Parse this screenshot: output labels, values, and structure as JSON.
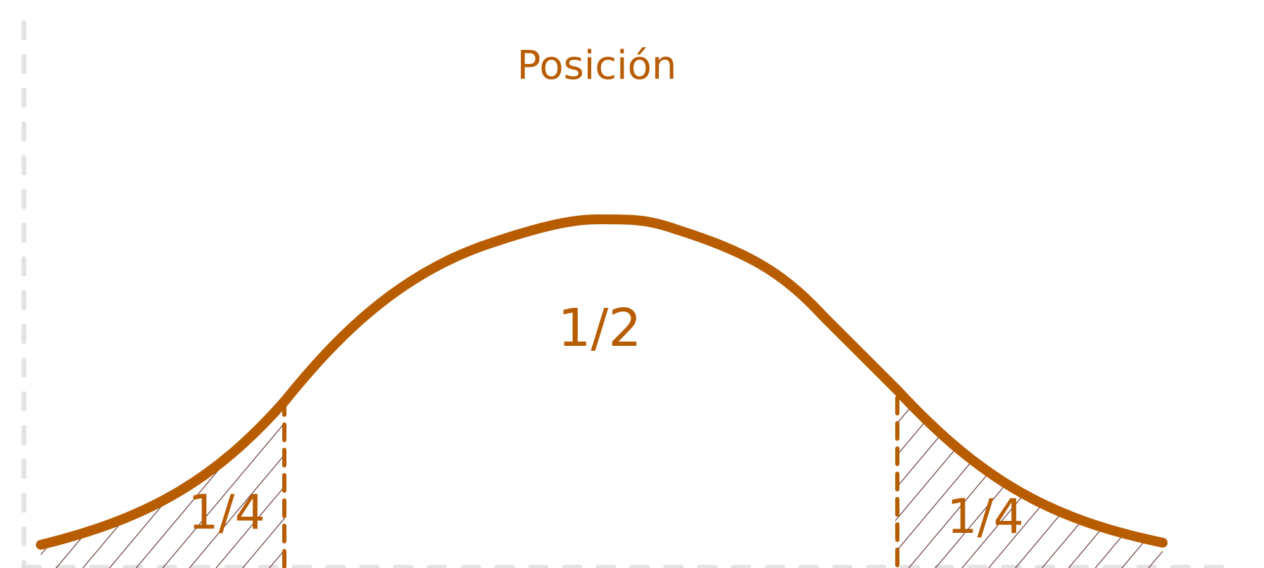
{
  "title": "Posición",
  "regions": [
    {
      "id": "left-tail",
      "label": "1/4",
      "hatched": true
    },
    {
      "id": "center",
      "label": "1/2",
      "hatched": false
    },
    {
      "id": "right-tail",
      "label": "1/4",
      "hatched": true
    }
  ],
  "colors": {
    "curve": "#b85c00",
    "labels": "#b85c00",
    "hatch": "#5a2a2a",
    "axes": "#e3e3e3",
    "background": "#ffffff"
  }
}
